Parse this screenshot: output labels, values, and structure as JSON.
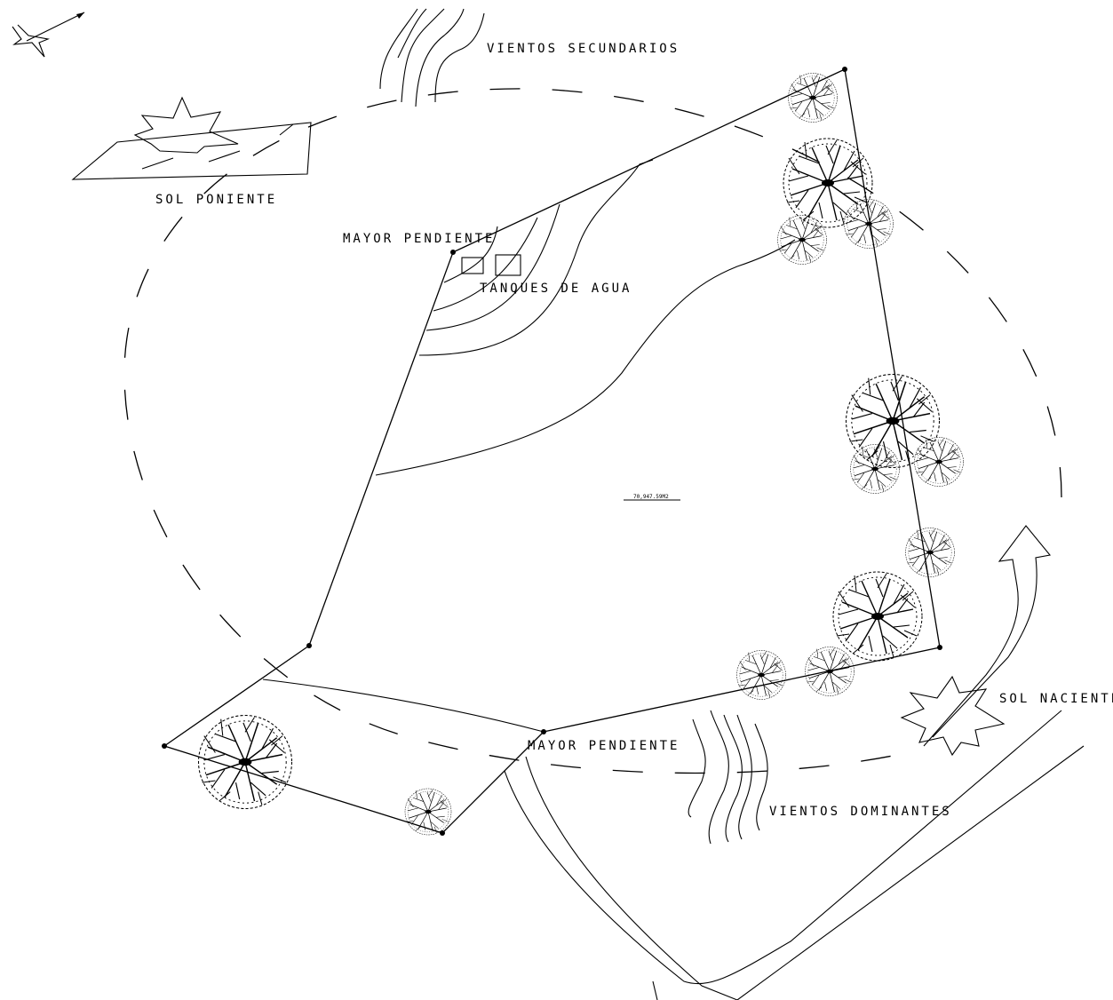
{
  "labels": {
    "vientos_secundarios": "VIENTOS SECUNDARIOS",
    "sol_poniente": "SOL PONIENTE",
    "mayor_pendiente_top": "MAYOR PENDIENTE",
    "tanques_de_agua": "TANQUES DE AGUA",
    "area": "70,947.59M2",
    "mayor_pendiente_bottom": "MAYOR PENDIENTE",
    "sol_naciente": "SOL NACIENTE",
    "vientos_dominantes": "VIENTOS DOMINANTES"
  },
  "icons": {
    "north": "north-arrow-icon",
    "sun_west": "sun-icon",
    "sun_east": "sun-icon",
    "tree": "tree-icon",
    "wind_arrow": "arrow-icon"
  },
  "colors": {
    "line": "#000000",
    "background": "#ffffff"
  }
}
